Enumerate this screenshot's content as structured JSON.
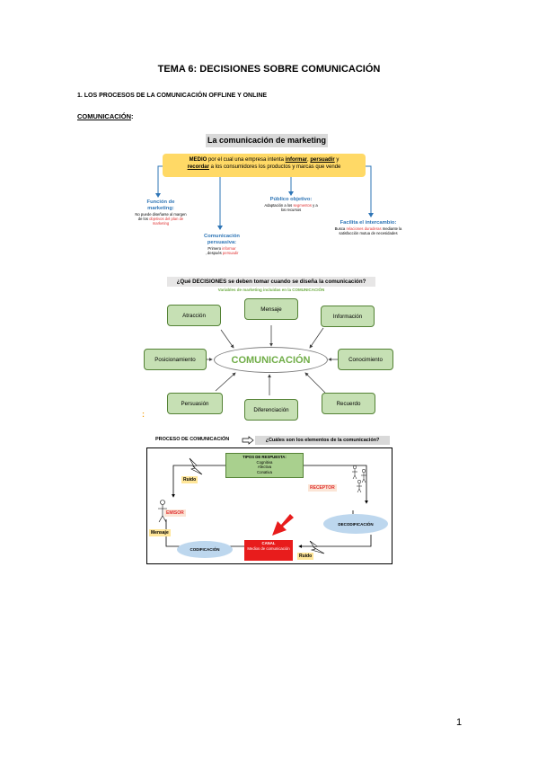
{
  "doc": {
    "title": "TEMA 6: DECISIONES SOBRE COMUNICACIÓN",
    "section1": "1. LOS PROCESOS DE LA COMUNICACIÓN OFFLINE Y ONLINE",
    "subheading": "COMUNICACIÓN",
    "subheading_colon": ":",
    "page_number": "1"
  },
  "fig1": {
    "title": "La comunicación de marketing",
    "medio_bold": "MEDIO",
    "medio_text1": " por el cual una empresa intenta ",
    "informar": "informar",
    "comma": ", ",
    "persuadir": "persuadir",
    "y": " y",
    "recordar": "recordar",
    "medio_text2": " a los consumidores los productos y marcas que vende",
    "funcion_label": "Función de marketing:",
    "funcion_desc1": "No puede diseñarse al margen de los ",
    "funcion_desc_red": "objetivos del plan de marketing",
    "persuasiva_label": "Comunicación persuasiva:",
    "persuasiva_desc1": "Primero ",
    "persuasiva_red1": "informar",
    "persuasiva_desc2": ", después ",
    "persuasiva_red2": "persuadir",
    "publico_label": "Público objetivo:",
    "publico_desc1": "Adaptación a los ",
    "publico_red": "segmentos",
    "publico_desc2": " y a los recursos",
    "facilita_label": "Facilita el intercambio:",
    "facilita_desc1": "Busca ",
    "facilita_red": "relaciones duraderas",
    "facilita_desc2": " mediante la satisfacción mutua de necesidades"
  },
  "fig2": {
    "question": "¿Qué DECISIONES se deben tomar cuando se diseña la comunicación?",
    "subtitle": "Variables de marketing incluidas en la COMUNICACIÓN",
    "center": "COMUNICACIÓN",
    "nodes": {
      "atraccion": "Atracción",
      "mensaje": "Mensaje",
      "informacion": "Información",
      "posicionamiento": "Posicionamiento",
      "conocimiento": "Conocimiento",
      "persuasion": "Persuasión",
      "diferenciacion": "Diferenciación",
      "recuerdo": "Recuerdo"
    },
    "orphan_mark": ":"
  },
  "fig3": {
    "heading": "PROCESO DE COMUNICACIÓN",
    "question": "¿Cuáles son los elementos de la comunicación?",
    "tipos_title": "TIPOS DE RESPUESTA:",
    "tipos": [
      "Cognitiva",
      "Afectiva",
      "Conativa"
    ],
    "ruido1": "Ruido",
    "receptor": "RECEPTOR",
    "emisor": "EMISOR",
    "decodificacion": "DECODIFICACIÓN",
    "mensaje": "Mensaje",
    "codificacion": "CODIFICACIÓN",
    "canal_title": "CANAL",
    "canal_desc": "Medios de comunicación",
    "ruido2": "Ruido"
  },
  "colors": {
    "accent_blue": "#2e75b6",
    "highlight_yellow": "#ffd966",
    "node_green": "#c6e0b4",
    "center_green": "#70ad47",
    "red": "#e81c1c"
  }
}
